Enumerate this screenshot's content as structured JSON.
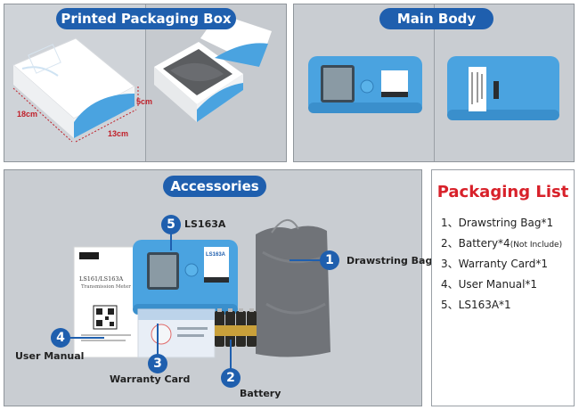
{
  "panels": {
    "packaging_box": {
      "title": "Printed Packaging Box",
      "dims": {
        "length": "18cm",
        "width": "13cm",
        "height": "5cm"
      }
    },
    "main_body": {
      "title": "Main Body"
    },
    "accessories": {
      "title": "Accessories",
      "callouts": [
        {
          "num": "1",
          "label": "Drawstring Bag"
        },
        {
          "num": "2",
          "label": "Battery"
        },
        {
          "num": "3",
          "label": "Warranty Card"
        },
        {
          "num": "4",
          "label": "User Manual"
        },
        {
          "num": "5",
          "label": "LS163A"
        }
      ],
      "manual_title": "LS161/LS163A",
      "manual_subtitle": "Transmission Meter",
      "device_label": "LS163A"
    }
  },
  "packaging_list": {
    "title": "Packaging List",
    "items": [
      {
        "text": "1、Drawstring Bag*1",
        "note": ""
      },
      {
        "text": "2、Battery*4",
        "note": "(Not Include)"
      },
      {
        "text": "3、Warranty Card*1",
        "note": ""
      },
      {
        "text": "4、User Manual*1",
        "note": ""
      },
      {
        "text": "5、LS163A*1",
        "note": ""
      }
    ]
  },
  "colors": {
    "accent": "#1f5fae",
    "title_red": "#d8212a",
    "device_blue": "#4aa3e0",
    "panel_bg": "#c9cdd2"
  }
}
